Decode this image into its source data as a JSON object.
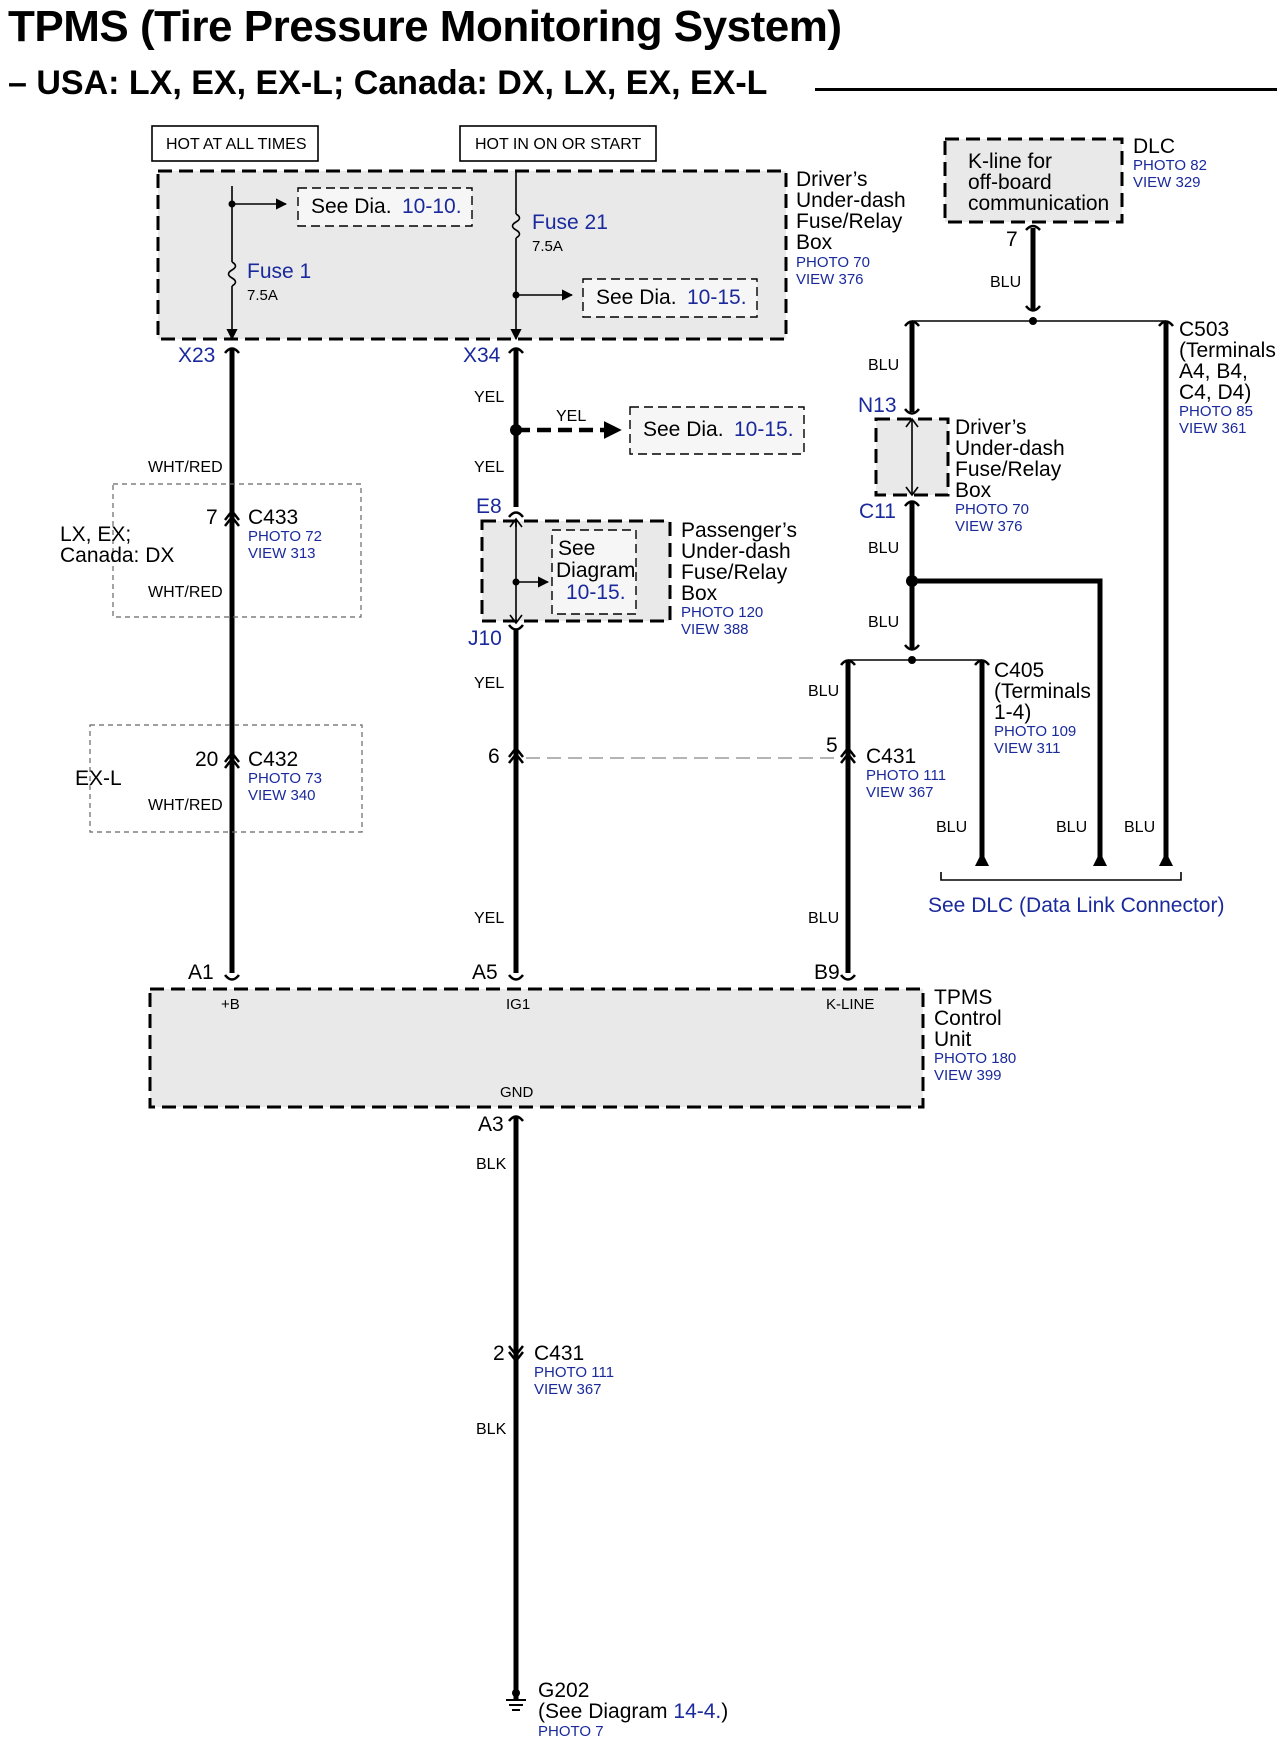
{
  "title": "TPMS (Tire Pressure Monitoring System)",
  "subtitle": "– USA: LX, EX, EX-L; Canada: DX, LX, EX, EX-L",
  "power": {
    "hot_at_all_times": "HOT AT ALL TIMES",
    "hot_in_on_or_start": "HOT IN ON OR START"
  },
  "drivers_box": {
    "name_lines": [
      "Driver’s",
      "Under-dash",
      "Fuse/Relay",
      "Box"
    ],
    "photo": "PHOTO 70",
    "view": "VIEW 376",
    "fuse1_label": "Fuse 1",
    "fuse1_rating": "7.5A",
    "fuse21_label": "Fuse 21",
    "fuse21_rating": "7.5A",
    "see1_prefix": "See  Dia.",
    "see1_ref": "10-10.",
    "see2_prefix": "See  Dia.",
    "see2_ref": "10-15."
  },
  "terminals": {
    "x23": "X23",
    "x34": "X34",
    "e8": "E8",
    "j10": "J10",
    "n13": "N13",
    "c11": "C11",
    "a1": "A1",
    "a5": "A5",
    "b9": "B9",
    "a3": "A3"
  },
  "wires": {
    "yel": "YEL",
    "whtred": "WHT/RED",
    "blu": "BLU",
    "blk": "BLK"
  },
  "see_dia_yel": {
    "prefix": "See  Dia.",
    "ref": "10-15."
  },
  "c433": {
    "pin": "7",
    "name": "C433",
    "photo": "PHOTO 72",
    "view": "VIEW 313",
    "region_lines": [
      "LX, EX;",
      "Canada: DX"
    ]
  },
  "c432": {
    "pin": "20",
    "name": "C432",
    "photo": "PHOTO 73",
    "view": "VIEW 340",
    "region": "EX-L"
  },
  "passengers_box": {
    "name_lines": [
      "Passenger’s",
      "Under-dash",
      "Fuse/Relay",
      "Box"
    ],
    "photo": "PHOTO 120",
    "view": "VIEW 388",
    "see_lines": [
      "See",
      "Diagram"
    ],
    "see_ref": "10-15."
  },
  "dlc": {
    "name": "DLC",
    "photo": "PHOTO 82",
    "view": "VIEW 329",
    "desc_lines": [
      "K-line for",
      "off-board",
      "communication"
    ],
    "pin": "7"
  },
  "c503": {
    "lines": [
      "C503",
      "(Terminals",
      "A4, B4,",
      "C4, D4)"
    ],
    "photo": "PHOTO 85",
    "view": "VIEW 361"
  },
  "drivers_box_right": {
    "name_lines": [
      "Driver’s",
      "Under-dash",
      "Fuse/Relay",
      "Box"
    ],
    "photo": "PHOTO 70",
    "view": "VIEW 376"
  },
  "c405": {
    "lines": [
      "C405",
      "(Terminals",
      "1-4)"
    ],
    "photo": "PHOTO 109",
    "view": "VIEW 311"
  },
  "c431_top": {
    "pin_left": "6",
    "pin_right": "5",
    "name": "C431",
    "photo": "PHOTO 111",
    "view": "VIEW 367"
  },
  "see_dlc": "See DLC (Data Link Connector)",
  "tpms_unit": {
    "name_lines": [
      "TPMS",
      "Control",
      "Unit"
    ],
    "photo": "PHOTO 180",
    "view": "VIEW 399",
    "pin_b": "+B",
    "pin_ig1": "IG1",
    "pin_kline": "K-LINE",
    "pin_gnd": "GND"
  },
  "c431_bottom": {
    "pin": "2",
    "name": "C431",
    "photo": "PHOTO 111",
    "view": "VIEW 367"
  },
  "g202": {
    "name": "G202",
    "see_prefix": "(See Diagram ",
    "see_ref": "14-4.",
    "see_suffix": ")",
    "photo": "PHOTO 7"
  }
}
